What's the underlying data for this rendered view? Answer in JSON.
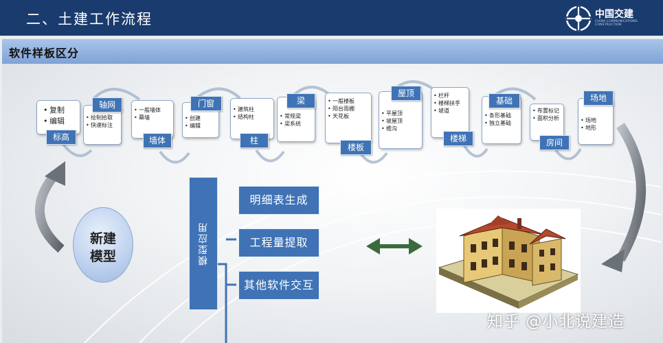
{
  "header": {
    "title": "二、土建工作流程",
    "logo_name": "中国交建",
    "logo_en": "CHINA COMMUNICATIONS CONSTRUCTION"
  },
  "section": {
    "title": "软件样板区分"
  },
  "steps": [
    {
      "tag": "标高",
      "items": [
        "复制",
        "编辑"
      ]
    },
    {
      "tag": "轴网",
      "items": [
        "绘制拾取",
        "快速标注"
      ]
    },
    {
      "tag": "墙体",
      "items": [
        "一般墙体",
        "幕墙"
      ]
    },
    {
      "tag": "门窗",
      "items": [
        "创建",
        "编辑"
      ]
    },
    {
      "tag": "柱",
      "items": [
        "建筑柱",
        "结构柱"
      ]
    },
    {
      "tag": "梁",
      "items": [
        "常规梁",
        "梁系统"
      ]
    },
    {
      "tag": "楼板",
      "items": [
        "一般楼板",
        "阳台雨棚",
        "天花板"
      ]
    },
    {
      "tag": "屋顶",
      "items": [
        "平屋顶",
        "坡屋顶",
        "檐沟"
      ]
    },
    {
      "tag": "楼梯",
      "items": [
        "栏杆",
        "楼梯扶手",
        "坡道"
      ]
    },
    {
      "tag": "基础",
      "items": [
        "条形基础",
        "独立基础"
      ]
    },
    {
      "tag": "房间",
      "items": [
        "布置标记",
        "面积分析"
      ]
    },
    {
      "tag": "场地",
      "items": [
        "场地",
        "地形"
      ]
    }
  ],
  "model": {
    "line1": "新建",
    "line2": "模型"
  },
  "application": {
    "label": "模型应用",
    "options": [
      "明细表生成",
      "工程量提取",
      "其他软件交互"
    ]
  },
  "watermark": "知乎 @小北说建造"
}
